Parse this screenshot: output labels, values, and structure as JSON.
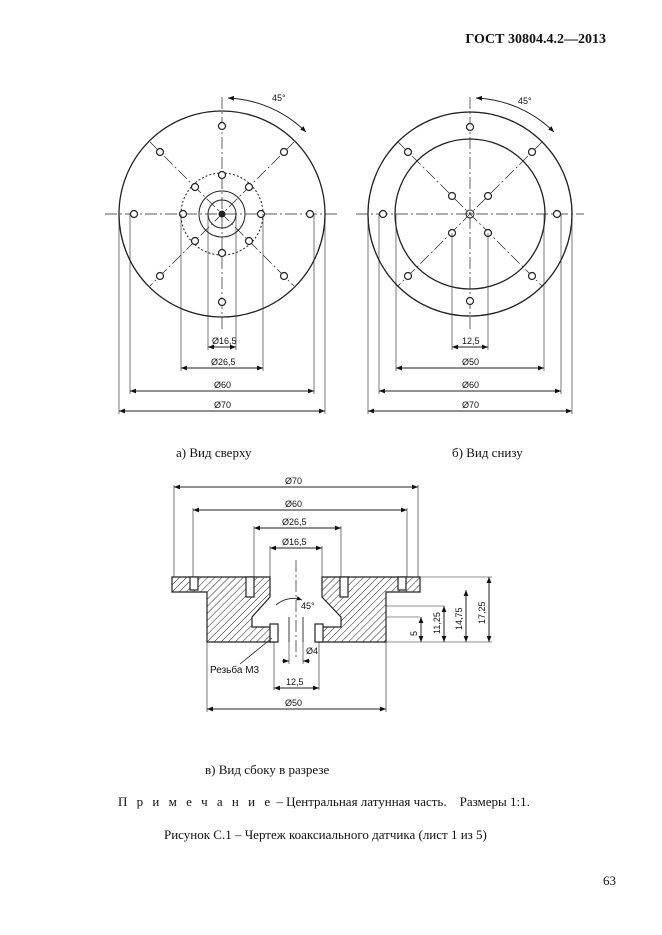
{
  "header": {
    "standard": "ГОСТ 30804.4.2—2013"
  },
  "views": {
    "top": {
      "caption": "а) Вид сверху",
      "angle": "45°",
      "dims": [
        "Ø16,5",
        "Ø26,5",
        "Ø60",
        "Ø70"
      ]
    },
    "bottom": {
      "caption": "б) Вид снизу",
      "angle": "45°",
      "dims": [
        "12,5",
        "Ø50",
        "Ø60",
        "Ø70"
      ]
    },
    "section": {
      "caption": "в) Вид сбоку в разрезе",
      "top_dims": [
        "Ø70",
        "Ø60",
        "Ø26,5",
        "Ø16,5"
      ],
      "angle": "45°",
      "height_dims": [
        "5",
        "11,25",
        "14,75",
        "17,25"
      ],
      "bottom_dims": [
        "Ø4",
        "12,5",
        "Ø50"
      ],
      "thread_label": "Резьба М3"
    }
  },
  "note": {
    "label": "П р и м е ч а н и е",
    "text": " – Центральная латунная часть.    Размеры 1:1."
  },
  "figure_caption": "Рисунок С.1 – Чертеж коаксиального датчика (лист 1 из 5)",
  "page_number": "63"
}
